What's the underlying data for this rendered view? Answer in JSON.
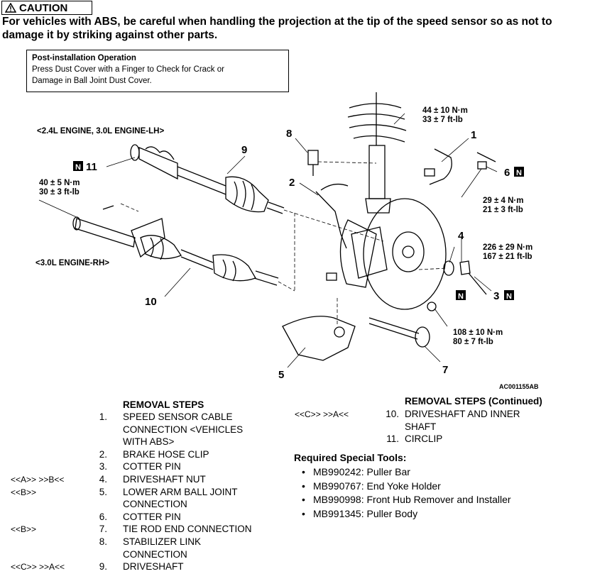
{
  "caution": {
    "label": "CAUTION",
    "text": "For vehicles with ABS, be careful when handling the projection at the tip of the speed sensor so as not to damage it by striking against other parts."
  },
  "post_installation": {
    "title": "Post-installation Operation",
    "line1": "Press Dust Cover with a Finger to Check for Crack or",
    "line2": "Damage in Ball Joint Dust Cover."
  },
  "diagram": {
    "engine_lh": "<2.4L ENGINE, 3.0L ENGINE-LH>",
    "engine_rh": "<3.0L ENGINE-RH>",
    "new_mark": "N",
    "callouts": [
      "1",
      "2",
      "3",
      "4",
      "5",
      "6",
      "7",
      "8",
      "9",
      "10",
      "11"
    ],
    "torques": {
      "t1": {
        "nm": "44 ± 10 N·m",
        "ftlb": "33 ± 7 ft-lb"
      },
      "t2": {
        "nm": "40 ± 5 N·m",
        "ftlb": "30 ± 3 ft-lb"
      },
      "t3": {
        "nm": "29 ± 4 N·m",
        "ftlb": "21 ± 3 ft-lb"
      },
      "t4": {
        "nm": "226 ± 29 N·m",
        "ftlb": "167 ± 21 ft-lb"
      },
      "t5": {
        "nm": "108 ± 10 N·m",
        "ftlb": "80 ± 7 ft-lb"
      }
    },
    "figure_code": "AC001155AB"
  },
  "removal_steps": {
    "title": "REMOVAL STEPS",
    "steps": [
      {
        "ref": "",
        "num": "1.",
        "lines": [
          "SPEED SENSOR CABLE",
          "CONNECTION <VEHICLES",
          "WITH ABS>"
        ]
      },
      {
        "ref": "",
        "num": "2.",
        "lines": [
          "BRAKE HOSE CLIP"
        ]
      },
      {
        "ref": "",
        "num": "3.",
        "lines": [
          "COTTER PIN"
        ]
      },
      {
        "ref": "<<A>>    >>B<<",
        "num": "4.",
        "lines": [
          "DRIVESHAFT NUT"
        ]
      },
      {
        "ref": "<<B>>",
        "num": "5.",
        "lines": [
          "LOWER ARM BALL JOINT",
          "CONNECTION"
        ]
      },
      {
        "ref": "",
        "num": "6.",
        "lines": [
          "COTTER PIN"
        ]
      },
      {
        "ref": "<<B>>",
        "num": "7.",
        "lines": [
          "TIE ROD END CONNECTION"
        ]
      },
      {
        "ref": "",
        "num": "8.",
        "lines": [
          "STABILIZER LINK",
          "CONNECTION"
        ]
      },
      {
        "ref": "<<C>>    >>A<<",
        "num": "9.",
        "lines": [
          "DRIVESHAFT"
        ]
      }
    ]
  },
  "removal_steps_continued": {
    "title": "REMOVAL STEPS (Continued)",
    "steps": [
      {
        "ref": "<<C>>    >>A<<",
        "num": "10.",
        "lines": [
          "DRIVESHAFT AND INNER",
          "SHAFT"
        ]
      },
      {
        "ref": "",
        "num": "11.",
        "lines": [
          "CIRCLIP"
        ]
      }
    ]
  },
  "special_tools": {
    "title": "Required Special Tools:",
    "items": [
      "MB990242: Puller Bar",
      "MB990767: End Yoke Holder",
      "MB990998: Front Hub Remover and Installer",
      "MB991345: Puller Body"
    ]
  }
}
